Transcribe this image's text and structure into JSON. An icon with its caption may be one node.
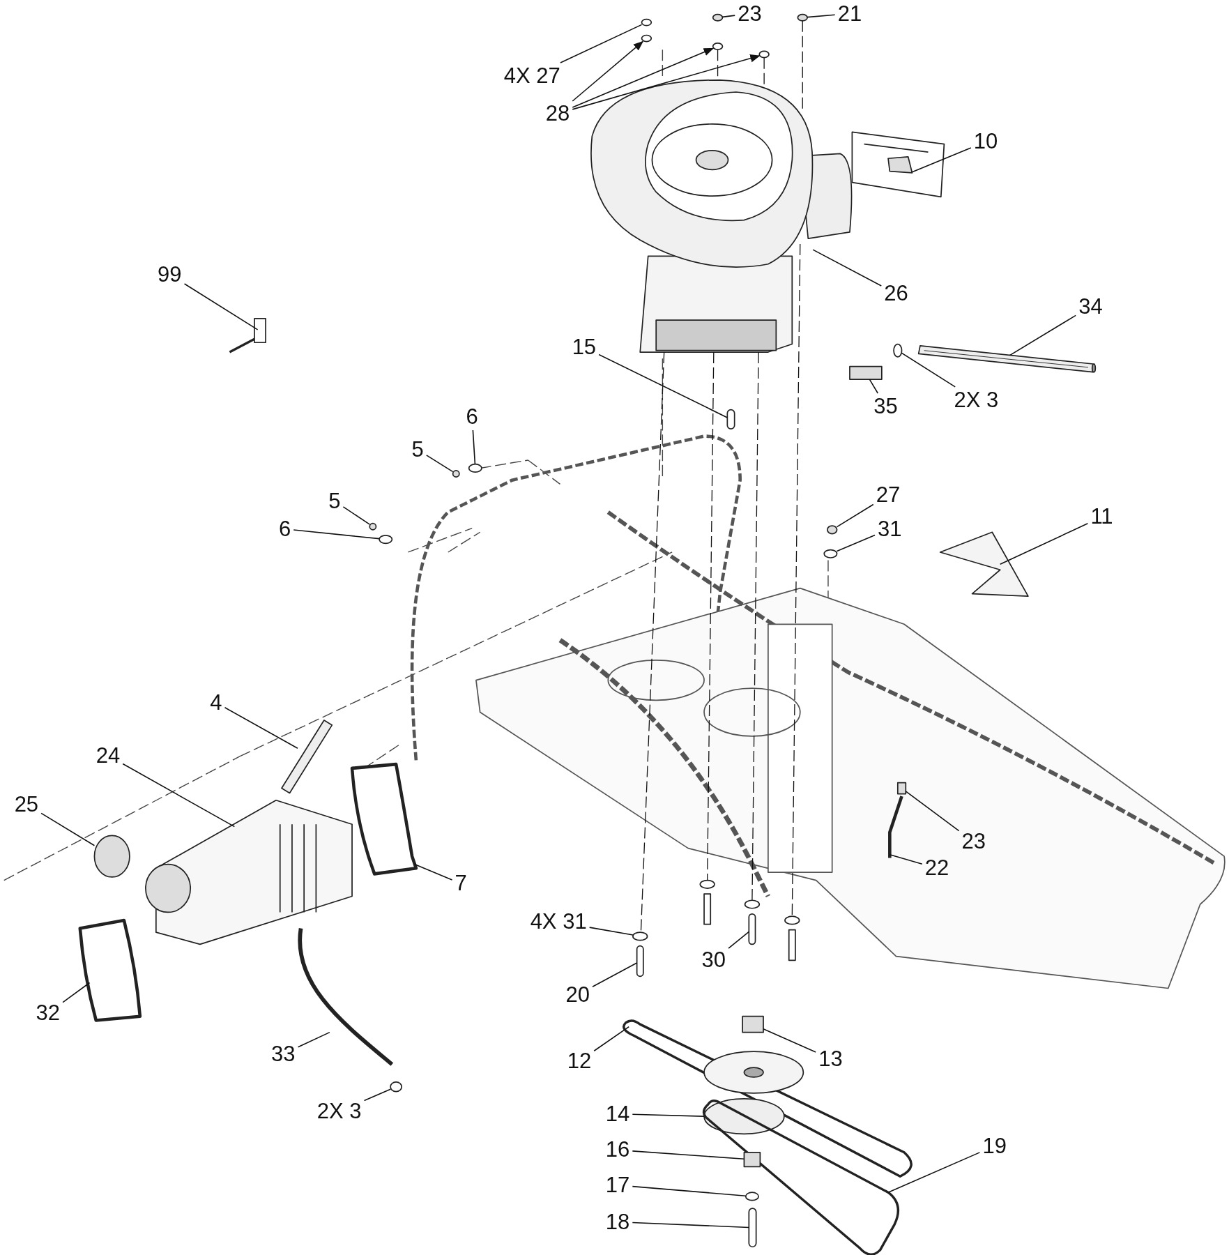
{
  "diagram": {
    "nodes": [
      {
        "text": [
          "23"
        ]
      },
      {
        "text": [
          "21"
        ]
      },
      {
        "text": [
          "4X 27"
        ]
      },
      {
        "text": [
          "28"
        ]
      },
      {
        "text": [
          "10"
        ]
      },
      {
        "text": [
          "99"
        ]
      },
      {
        "text": [
          "26"
        ]
      },
      {
        "text": [
          "34"
        ]
      },
      {
        "text": [
          "15"
        ]
      },
      {
        "text": [
          "2X 3"
        ]
      },
      {
        "text": [
          "35"
        ]
      },
      {
        "text": [
          "6"
        ]
      },
      {
        "text": [
          "5"
        ]
      },
      {
        "text": [
          "27"
        ]
      },
      {
        "text": [
          "5"
        ]
      },
      {
        "text": [
          "11"
        ]
      },
      {
        "text": [
          "6"
        ]
      },
      {
        "text": [
          "31"
        ]
      },
      {
        "text": [
          "4"
        ]
      },
      {
        "text": [
          "24"
        ]
      },
      {
        "text": [
          "25"
        ]
      },
      {
        "text": [
          "23"
        ]
      },
      {
        "text": [
          "22"
        ]
      },
      {
        "text": [
          "7"
        ]
      },
      {
        "text": [
          "4X 31"
        ]
      },
      {
        "text": [
          "30"
        ]
      },
      {
        "text": [
          "20"
        ]
      },
      {
        "text": [
          "32"
        ]
      },
      {
        "text": [
          "33"
        ]
      },
      {
        "text": [
          "12"
        ]
      },
      {
        "text": [
          "13"
        ]
      },
      {
        "text": [
          "2X 3"
        ]
      },
      {
        "text": [
          "14"
        ]
      },
      {
        "text": [
          "19"
        ]
      },
      {
        "text": [
          "16"
        ]
      },
      {
        "text": [
          "17"
        ]
      },
      {
        "text": [
          "18"
        ]
      },
      {
        "text": [],
        "shape": "circle"
      },
      {
        "text": [],
        "shape": "circle"
      },
      {
        "text": [],
        "shape": "circle"
      },
      {
        "text": [],
        "shape": "circle"
      },
      {
        "text": [],
        "shape": "circle"
      },
      {
        "text": [],
        "shape": "circle"
      },
      {
        "text": [],
        "shape": "picture"
      },
      {
        "text": [],
        "shape": "picture"
      },
      {
        "text": [],
        "shape": "picture"
      },
      {
        "text": [],
        "shape": "picture"
      },
      {
        "text": [],
        "shape": "bar"
      },
      {
        "text": [],
        "shape": "circle"
      },
      {
        "text": [],
        "shape": "box"
      },
      {
        "text": [],
        "shape": "circle"
      },
      {
        "text": [],
        "shape": "circle"
      },
      {
        "text": [],
        "shape": "circle"
      },
      {
        "text": [],
        "shape": "circle"
      },
      {
        "text": [],
        "shape": "picture"
      },
      {
        "text": [],
        "shape": "circle"
      },
      {
        "text": [],
        "shape": "circle"
      },
      {
        "text": [],
        "shape": "picture"
      },
      {
        "text": [],
        "shape": "picture"
      },
      {
        "text": [],
        "shape": "circle"
      },
      {
        "text": [],
        "shape": "box"
      },
      {
        "text": [],
        "shape": "picture"
      },
      {
        "text": [],
        "shape": "picture"
      },
      {
        "text": [],
        "shape": "circle"
      },
      {
        "text": [],
        "shape": "bar"
      },
      {
        "text": [],
        "shape": "bar"
      },
      {
        "text": [],
        "shape": "picture"
      },
      {
        "text": [],
        "shape": "picture"
      },
      {
        "text": [],
        "shape": "picture"
      },
      {
        "text": [],
        "shape": "box"
      },
      {
        "text": [],
        "shape": "circle"
      },
      {
        "text": [],
        "shape": "picture"
      },
      {
        "text": [],
        "shape": "picture"
      },
      {
        "text": [],
        "shape": "box"
      },
      {
        "text": [],
        "shape": "circle"
      },
      {
        "text": [],
        "shape": "bar"
      },
      {
        "text": [],
        "shape": "circle"
      },
      {
        "text": [],
        "shape": "circle"
      },
      {
        "text": [],
        "shape": "circle"
      }
    ],
    "edges": [
      {
        "from": 0,
        "to": 39,
        "arrow": "none"
      },
      {
        "from": 1,
        "to": 42,
        "arrow": "none"
      },
      {
        "from": 2,
        "to": 37,
        "arrow": "none"
      },
      {
        "from": 3,
        "to": 38,
        "arrow": "to"
      },
      {
        "from": 3,
        "to": 40,
        "arrow": "to"
      },
      {
        "from": 3,
        "to": 41,
        "arrow": "to"
      },
      {
        "from": 4,
        "to": 43,
        "arrow": "none"
      },
      {
        "from": 5,
        "to": 44,
        "arrow": "none"
      },
      {
        "from": 6,
        "to": 45,
        "arrow": "none"
      },
      {
        "from": 7,
        "to": 46,
        "arrow": "none"
      },
      {
        "from": 8,
        "to": 47,
        "arrow": "none"
      },
      {
        "from": 9,
        "to": 48,
        "arrow": "none"
      },
      {
        "from": 10,
        "to": 49,
        "arrow": "none"
      },
      {
        "from": 11,
        "to": 50,
        "arrow": "none"
      },
      {
        "from": 12,
        "to": 51,
        "arrow": "none"
      },
      {
        "from": 13,
        "to": 52,
        "arrow": "none"
      },
      {
        "from": 14,
        "to": 53,
        "arrow": "none"
      },
      {
        "from": 15,
        "to": 54,
        "arrow": "none"
      },
      {
        "from": 16,
        "to": 55,
        "arrow": "none"
      },
      {
        "from": 17,
        "to": 56,
        "arrow": "none"
      },
      {
        "from": 18,
        "to": 57,
        "arrow": "none"
      },
      {
        "from": 19,
        "to": 58,
        "arrow": "none"
      },
      {
        "from": 20,
        "to": 59,
        "arrow": "none"
      },
      {
        "from": 21,
        "to": 60,
        "arrow": "none"
      },
      {
        "from": 22,
        "to": 61,
        "arrow": "none"
      },
      {
        "from": 23,
        "to": 62,
        "arrow": "none"
      },
      {
        "from": 24,
        "to": 63,
        "arrow": "none"
      },
      {
        "from": 25,
        "to": 64,
        "arrow": "none"
      },
      {
        "from": 26,
        "to": 65,
        "arrow": "none"
      },
      {
        "from": 27,
        "to": 66,
        "arrow": "none"
      },
      {
        "from": 28,
        "to": 67,
        "arrow": "none"
      },
      {
        "from": 29,
        "to": 68,
        "arrow": "none"
      },
      {
        "from": 30,
        "to": 69,
        "arrow": "none"
      },
      {
        "from": 31,
        "to": 70,
        "arrow": "none"
      },
      {
        "from": 32,
        "to": 71,
        "arrow": "none"
      },
      {
        "from": 33,
        "to": 72,
        "arrow": "none"
      },
      {
        "from": 34,
        "to": 73,
        "arrow": "none"
      },
      {
        "from": 35,
        "to": 74,
        "arrow": "none"
      },
      {
        "from": 36,
        "to": 75,
        "arrow": "none"
      },
      {
        "from": 40,
        "to": 45,
        "arrow": "none",
        "style": "dashed"
      },
      {
        "from": 41,
        "to": 45,
        "arrow": "none",
        "style": "dashed"
      },
      {
        "from": 42,
        "to": 45,
        "arrow": "none",
        "style": "dashed"
      },
      {
        "from": 45,
        "to": 76,
        "arrow": "none",
        "style": "dashed"
      },
      {
        "from": 45,
        "to": 77,
        "arrow": "none",
        "style": "dashed"
      },
      {
        "from": 45,
        "to": 78,
        "arrow": "none",
        "style": "dashed"
      },
      {
        "from": 45,
        "to": 63,
        "arrow": "none",
        "style": "dashed"
      }
    ]
  }
}
